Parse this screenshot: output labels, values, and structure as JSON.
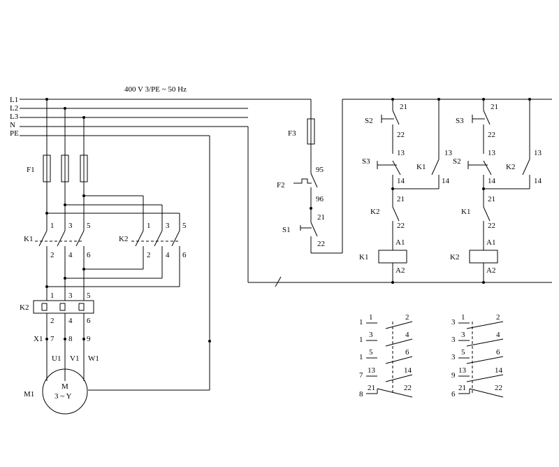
{
  "supply": {
    "title": "400 V 3/PE ~ 50 Hz",
    "lines": [
      "L1",
      "L2",
      "L3",
      "N",
      "PE"
    ]
  },
  "power": {
    "fuse": "F1",
    "k1": {
      "label": "K1",
      "top": [
        "1",
        "3",
        "5"
      ],
      "bottom": [
        "2",
        "4",
        "6"
      ]
    },
    "k2": {
      "label": "K2",
      "top": [
        "1",
        "3",
        "5"
      ],
      "bottom": [
        "2",
        "4",
        "6"
      ]
    },
    "overload": {
      "label": "K2",
      "top": [
        "1",
        "3",
        "5"
      ],
      "bottom": [
        "2",
        "4",
        "6"
      ]
    },
    "terminal": {
      "label": "X1",
      "pins": [
        "7",
        "8",
        "9"
      ]
    },
    "motor_terminals": [
      "U1",
      "V1",
      "W1"
    ],
    "motor": {
      "label": "M1",
      "line1": "M",
      "line2": "3 ~ Y"
    }
  },
  "control": {
    "fuse": "F3",
    "overload_relay": {
      "label": "F2",
      "top": "95",
      "bottom": "96"
    },
    "stop": {
      "label": "S1",
      "top": "21",
      "bottom": "22"
    },
    "branch1": {
      "stop_label": "S2",
      "stop_top": "21",
      "stop_bottom": "22",
      "start_label": "S3",
      "start_top": "13",
      "start_bottom": "14",
      "hold_label": "K1",
      "hold_top": "13",
      "hold_bottom": "14",
      "interlock_label": "K2",
      "interlock_top": "21",
      "interlock_bottom": "22",
      "coil_label": "K1",
      "coil_top": "A1",
      "coil_bottom": "A2"
    },
    "branch2": {
      "stop_label": "S3",
      "stop_top": "21",
      "stop_bottom": "22",
      "start_label": "S2",
      "start_top": "13",
      "start_bottom": "14",
      "hold_label": "K2",
      "hold_top": "13",
      "hold_bottom": "14",
      "interlock_label": "K1",
      "interlock_top": "21",
      "interlock_bottom": "22",
      "coil_label": "K2",
      "coil_top": "A1",
      "coil_bottom": "A2"
    }
  },
  "contact_tables": [
    {
      "rows": [
        {
          "ref": "1",
          "left": "1",
          "right": "2"
        },
        {
          "ref": "1",
          "left": "3",
          "right": "4"
        },
        {
          "ref": "1",
          "left": "5",
          "right": "6"
        },
        {
          "ref": "7",
          "left": "13",
          "right": "14"
        },
        {
          "ref": "8",
          "left": "21",
          "right": "22"
        }
      ]
    },
    {
      "rows": [
        {
          "ref": "3",
          "left": "1",
          "right": "2"
        },
        {
          "ref": "3",
          "left": "3",
          "right": "4"
        },
        {
          "ref": "3",
          "left": "5",
          "right": "6"
        },
        {
          "ref": "9",
          "left": "13",
          "right": "14"
        },
        {
          "ref": "6",
          "left": "21",
          "right": "22"
        }
      ]
    }
  ]
}
